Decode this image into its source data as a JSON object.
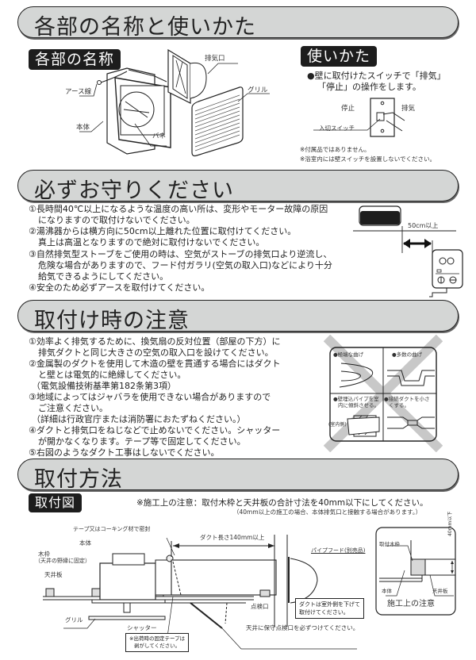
{
  "sections": {
    "parts_and_usage": {
      "title": "各部の名称と使いかた",
      "parts": {
        "label": "各部の名称",
        "callouts": {
          "exhaust_port": "排気口",
          "earth_wire": "アース線",
          "grille": "グリル",
          "body": "本体",
          "spring": "バネ"
        }
      },
      "usage": {
        "label": "使いかた",
        "line1": "●壁に取付けたスイッチで「排気」",
        "line2": "「停止」の操作をします。",
        "switch_stop": "停止",
        "switch_exhaust": "排気",
        "switch_label": "入切スイッチ",
        "note1": "※付属品ではありません。",
        "note2": "※浴室内には壁スイッチを設置しないでください。"
      }
    },
    "must_follow": {
      "title": "必ずお守りください",
      "items": [
        "①長時間40℃以上になるような温度の高い所は、変形やモーター故障の原因",
        "になりますので取付けないでください。",
        "②湯沸器からは横方向に50cm以上離れた位置に取付けてください。",
        "真上は高温となりますので絶対に取付けないでください。",
        "③自然排気型ストーブをご使用の時は、空気がストーブの排気口より逆流し、",
        "危険な場合がありますので、フード付ガラリ(空気の取入口)などにより十分",
        "給気できるようにしてください。",
        "④安全のため必ずアースを取付けてください。"
      ],
      "diagram_distance": "50cm以上"
    },
    "install_caution": {
      "title": "取付け時の注意",
      "items": [
        "①効率よく排気するために、換気扇の反対位置（部屋の下方）に",
        "排気ダクトと同じ大きさの空気の取入口を設けてください。",
        "②金属製のダクトを使用して木造の壁を貫通する場合にはダクト",
        "と壁とは電気的に絶縁してください。",
        "（電気設備技術基準第182条第3項）",
        "③地域によってはジャバラを使用できない場合がありますので",
        "ご注意ください。",
        "（詳細は行政官庁または消防署におたずねください。）",
        "④ダクトと排気口をねじなどで止めないでください。シャッター",
        "が開かなくなります。テープ等で固定してください。",
        "⑤右図のようなダクト工事はしないでください。"
      ],
      "prohibited": {
        "sharp_bend": "●極端な曲げ",
        "many_bends": "●多数の曲げ",
        "wall_pipe_line1": "●壁埋込パイプを室",
        "wall_pipe_line2": "内に傾斜させる。",
        "indoor_side": "(室内側)",
        "narrow_duct_line1": "●接続ダクトを小さ",
        "narrow_duct_line2": "くする。"
      }
    },
    "install_method": {
      "title": "取付方法",
      "diagram_label": "取付図",
      "note_main": "※施工上の注意：取付木枠と天井板の合計寸法を40mm以下にしてください。",
      "note_sub": "（40mm以上の施工の場合、本体排気口と接触する場合があります。）",
      "callouts": {
        "tape_seal": "テープ又はコーキング材で密封",
        "body": "本体",
        "wood_frame_line1": "木枠",
        "wood_frame_line2": "（天井の野縁に固定）",
        "ceiling_board": "天井板",
        "grille": "グリル",
        "shutter": "シャッター",
        "shipping_tape_line1": "※出荷時の固定テープは",
        "shipping_tape_line2": "剥がしてください。",
        "duct_length": "ダクト長さ140mm以上",
        "pipe_hood": "パイプフード(別売品)",
        "inspection_port": "点検口",
        "duct_slope_line1": "ダクトは室外側を下げて",
        "duct_slope_line2": "取付けてください。",
        "inspection_required": "天井に保守点検口を必ずつけてください。"
      },
      "detail": {
        "frame": "取付木枠",
        "dimension": "40mm以下",
        "body": "本体",
        "ceiling": "天井板",
        "caption": "施工上の注意"
      }
    }
  }
}
